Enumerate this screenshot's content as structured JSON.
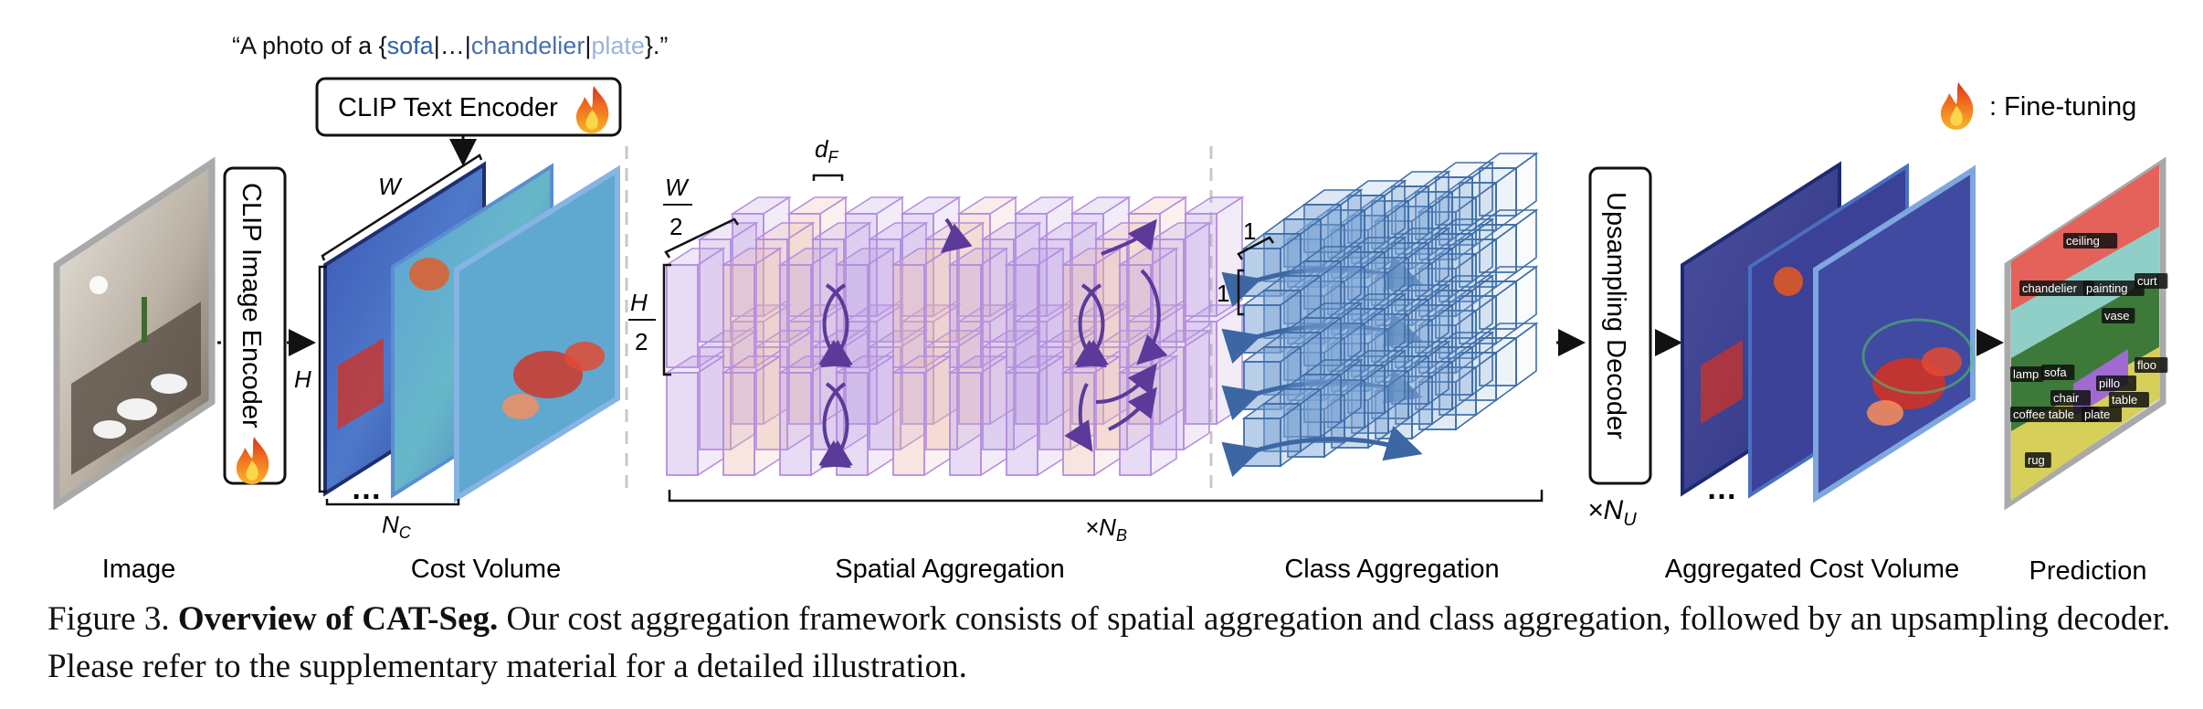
{
  "prompt": {
    "prefix": "“A photo of a {",
    "words": [
      "sofa",
      "|",
      "…",
      "|",
      "chandelier",
      "|",
      "plate"
    ],
    "suffix": "}.”"
  },
  "text_encoder_label": "CLIP Text Encoder",
  "image_encoder_label": "CLIP Image Encoder",
  "upsampling_decoder_label": "Upsampling Decoder",
  "legend_label": ": Fine-tuning",
  "dims": {
    "W": "W",
    "H": "H",
    "Nc": "N",
    "Nc_sub": "C",
    "W2_num": "W",
    "W2_den": "2",
    "H2_num": "H",
    "H2_den": "2",
    "dF": "d",
    "dF_sub": "F",
    "one_a": "1",
    "one_b": "1",
    "NB": "×N",
    "NB_sub": "B",
    "NU": "×N",
    "NU_sub": "U",
    "ellipsis": "…"
  },
  "stage_labels": {
    "image": "Image",
    "cost_volume": "Cost Volume",
    "spatial": "Spatial Aggregation",
    "class": "Class Aggregation",
    "aggregated": "Aggregated Cost Volume",
    "prediction": "Prediction"
  },
  "seg_labels": [
    "ceiling",
    "chandelier",
    "painting",
    "curt",
    "lamp",
    "sofa",
    "chair",
    "floo",
    "coffee table",
    "plate",
    "table",
    "rug",
    "pillo",
    "vase"
  ],
  "caption": {
    "figure": "Figure 3.",
    "title": "Overview of CAT-Seg.",
    "body": "Our cost aggregation framework consists of spatial aggregation and class aggregation, followed by an upsampling decoder. Please refer to the supplementary material for a detailed illustration."
  },
  "colors": {
    "sofa": "#2f5ea8",
    "chandelier": "#4a6fb0",
    "plate": "#9ab3de",
    "cost_dark": "#2c3f8f",
    "heat_red": "#d7301f",
    "spatial_violet": "#b99be0",
    "arrow_purple": "#5b3a9a",
    "class_blue": "#7fa6d6",
    "arrow_blue": "#3c66a4"
  }
}
